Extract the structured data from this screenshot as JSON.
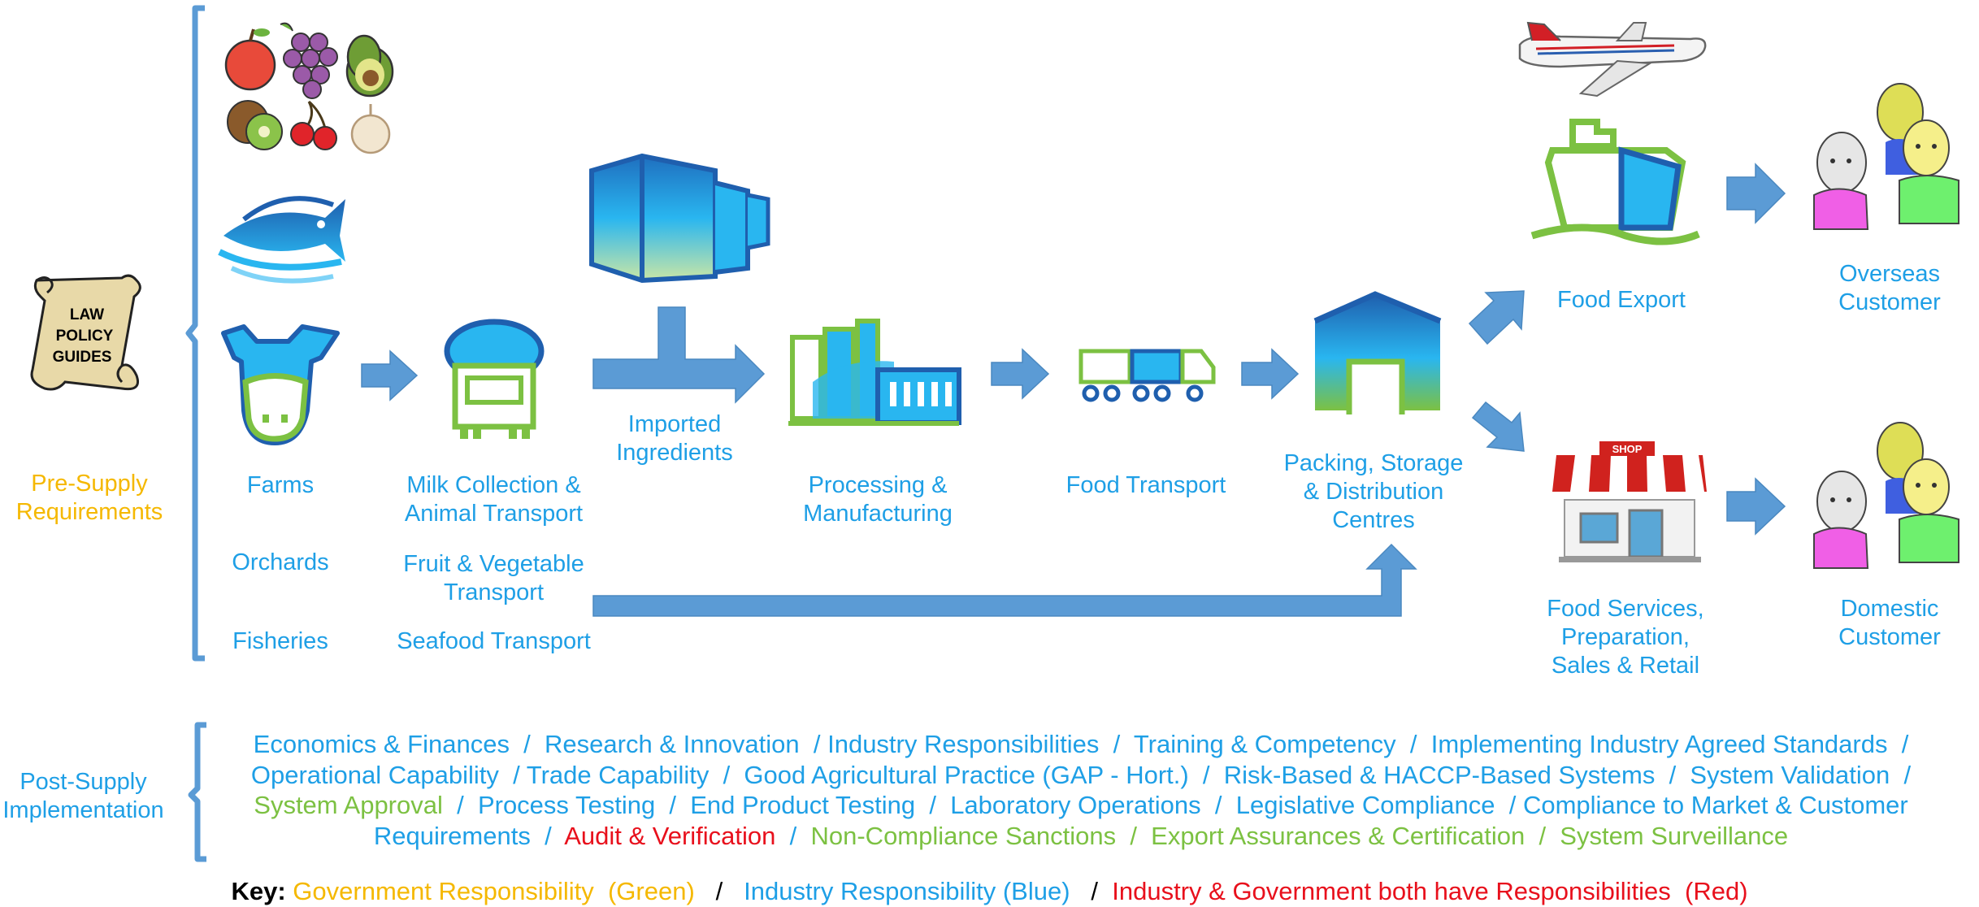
{
  "colors": {
    "government": "#f5b800",
    "industry": "#1e9fe6",
    "both": "#e8101c",
    "green_text": "#7cc142",
    "arrow": "#5b9bd5",
    "bracket": "#5b9bd5"
  },
  "scroll": {
    "lines": [
      "LAW",
      "POLICY",
      "GUIDES"
    ]
  },
  "pre_supply": "Pre-Supply\nRequirements",
  "post_supply": "Post-Supply\nImplementation",
  "sources": [
    "Farms",
    "Orchards",
    "Fisheries"
  ],
  "transports": [
    "Milk Collection &\nAnimal Transport",
    "Fruit & Vegetable\nTransport",
    "Seafood Transport"
  ],
  "imported": "Imported\nIngredients",
  "processing": "Processing &\nManufacturing",
  "food_transport": "Food Transport",
  "packing": "Packing, Storage\n& Distribution\nCentres",
  "food_export": "Food Export",
  "food_services": "Food Services,\nPreparation,\nSales & Retail",
  "overseas": "Overseas\nCustomer",
  "domestic": "Domestic\nCustomer",
  "shop_sign": "SHOP",
  "implementation_lines": [
    [
      {
        "text": "Economics & Finances  /  Research & Innovation  / Industry Responsibilities  /  Training & Competency  /  Implementing Industry Agreed Standards  /",
        "color": "blue"
      }
    ],
    [
      {
        "text": "Operational Capability  / Trade Capability  /  Good Agricultural Practice (GAP - Hort.)  /  Risk-Based & HACCP-Based Systems  /  System Validation  /",
        "color": "blue"
      }
    ],
    [
      {
        "text": "System Approval",
        "color": "green"
      },
      {
        "text": "  /  Process Testing  /  End Product Testing  /  Laboratory Operations  /  Legislative Compliance  / Compliance to Market & Customer",
        "color": "blue"
      }
    ],
    [
      {
        "text": "Requirements  /  ",
        "color": "blue"
      },
      {
        "text": "Audit & Verification",
        "color": "red"
      },
      {
        "text": "  /  ",
        "color": "blue"
      },
      {
        "text": "Non-Compliance Sanctions  /  Export Assurances & Certification  /  System Surveillance",
        "color": "green"
      }
    ]
  ],
  "key": {
    "label": "Key:",
    "government": "Government Responsibility  (Green)",
    "sep1": "  /  ",
    "industry": "Industry Responsibility (Blue)",
    "sep2": "  / ",
    "both": "Industry & Government both have Responsibilities  (Red)"
  }
}
